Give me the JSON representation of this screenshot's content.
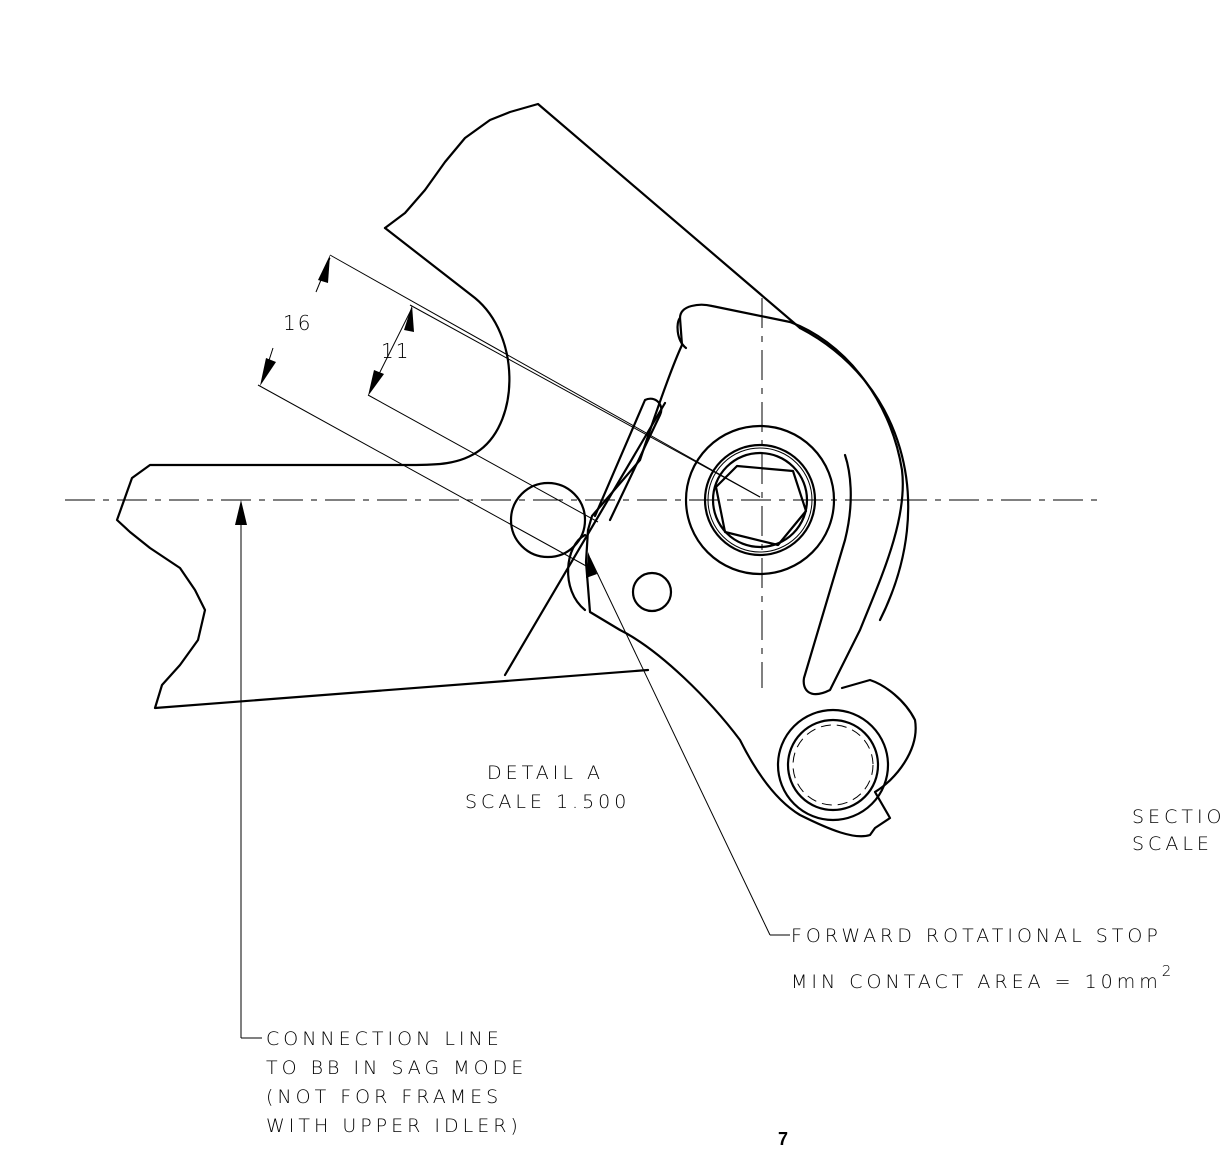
{
  "dimensions": {
    "dim_16": "16",
    "dim_11": "11"
  },
  "detail": {
    "title": "DETAIL  A",
    "scale": "SCALE  1.500"
  },
  "section_label": {
    "line1": "SECTIO",
    "line2": "SCALE"
  },
  "callouts": {
    "stop_line1": "FORWARD ROTATIONAL STOP",
    "stop_line2_prefix": "MIN CONTACT AREA = 10mm",
    "stop_line2_sup": "2",
    "connection_line1": "CONNECTION LINE",
    "connection_line2": "TO BB IN SAG MODE",
    "connection_line3": "(NOT FOR FRAMES",
    "connection_line4": "WITH UPPER IDLER)"
  },
  "page_number": "7"
}
